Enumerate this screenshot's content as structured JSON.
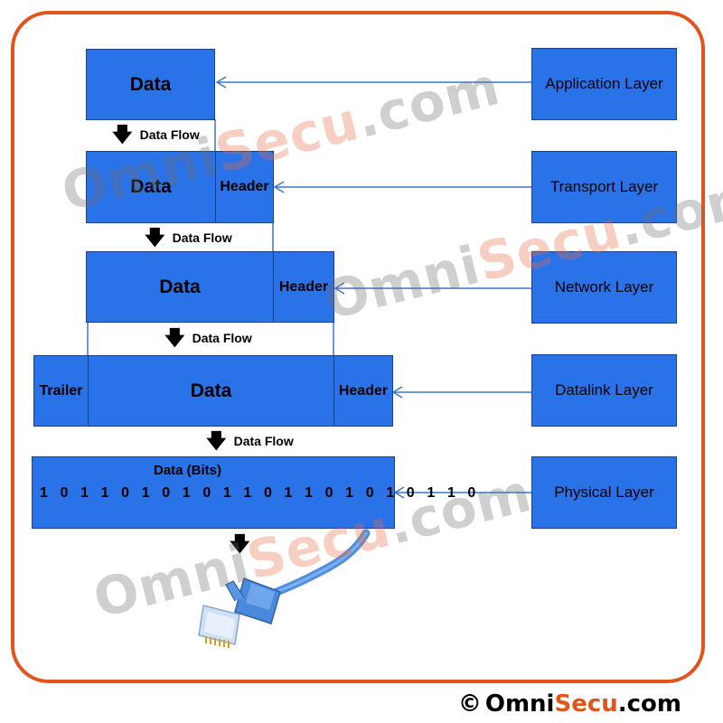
{
  "diagram": {
    "application_data": "Data",
    "transport_data": "Data",
    "transport_header": "Header",
    "network_data": "Data",
    "network_header": "Header",
    "datalink_trailer": "Trailer",
    "datalink_data": "Data",
    "datalink_header": "Header",
    "physical_title": "Data (Bits)",
    "physical_bits": "1 0 1 1 0 1 0 1 0 1 1 0 1 1 0 1 0 1 0 1 1 0",
    "data_flow_label": "Data Flow",
    "layers": [
      "Application Layer",
      "Transport Layer",
      "Network Layer",
      "Datalink Layer",
      "Physical Layer"
    ]
  },
  "watermark": {
    "omni": "Omni",
    "secu": "Secu",
    "com": ".com"
  },
  "footer": {
    "copyright": "©",
    "brand_omni": "Omni",
    "brand_secu": "Secu",
    "brand_com": ".com"
  },
  "colors": {
    "block": "#2a72e8",
    "frame": "#e2541b",
    "brand_accent": "#e2541b",
    "connector": "#3a76c9"
  },
  "icons": [
    "down-arrow-icon",
    "ethernet-cable-icon"
  ]
}
